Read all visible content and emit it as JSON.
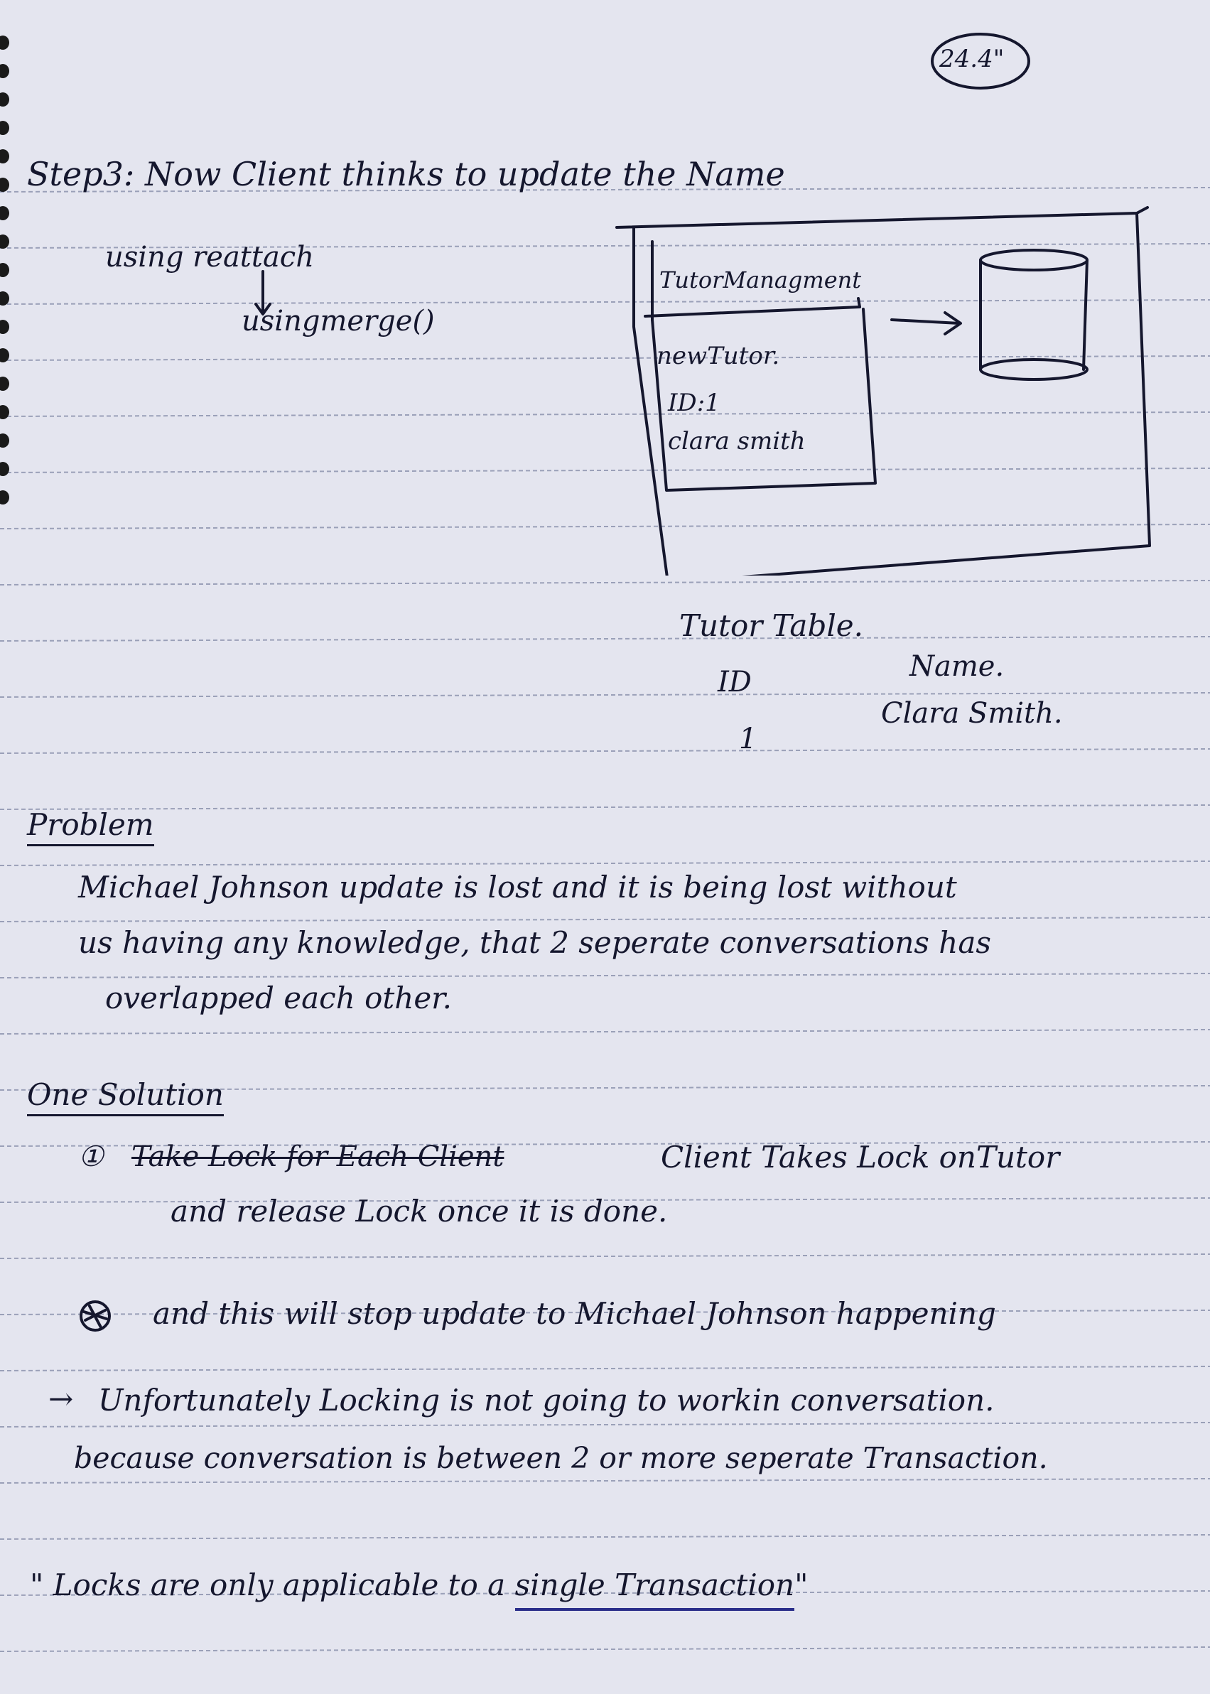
{
  "date": "24.4\"",
  "step": {
    "heading": "Step3: Now Client thinks to update the Name",
    "note_line1": "using reattach",
    "note_line2": "usingmerge()"
  },
  "diagram": {
    "box_title": "TutorManagment",
    "tutor_obj": "newTutor.",
    "tutor_id": "ID:1",
    "tutor_name": "clara smith"
  },
  "table": {
    "title": "Tutor Table.",
    "col_id": "ID",
    "col_name": "Name.",
    "cell_id": "1",
    "cell_name": "Clara Smith."
  },
  "problem": {
    "heading": "Problem",
    "line1": "Michael Johnson update is lost and it is being lost without",
    "line2": "us having any knowledge, that 2 seperate conversations has",
    "line3": "overlapped each other."
  },
  "solution": {
    "heading": "One Solution",
    "num1": "①",
    "struck": "Take Lock for Each Client",
    "line1": "Client Takes Lock onTutor",
    "line2": "and release Lock once it is done.",
    "line3": "and this will stop update to Michael Johnson happening"
  },
  "conclusion": {
    "arrow": "→",
    "line1": "Unfortunately Locking is not going to workin conversation.",
    "line2": "because conversation is between 2 or more seperate Transaction.",
    "line3_pre": "\" Locks are only applicable to a",
    "line3_ul": "single Transaction",
    "line3_post": "\""
  }
}
